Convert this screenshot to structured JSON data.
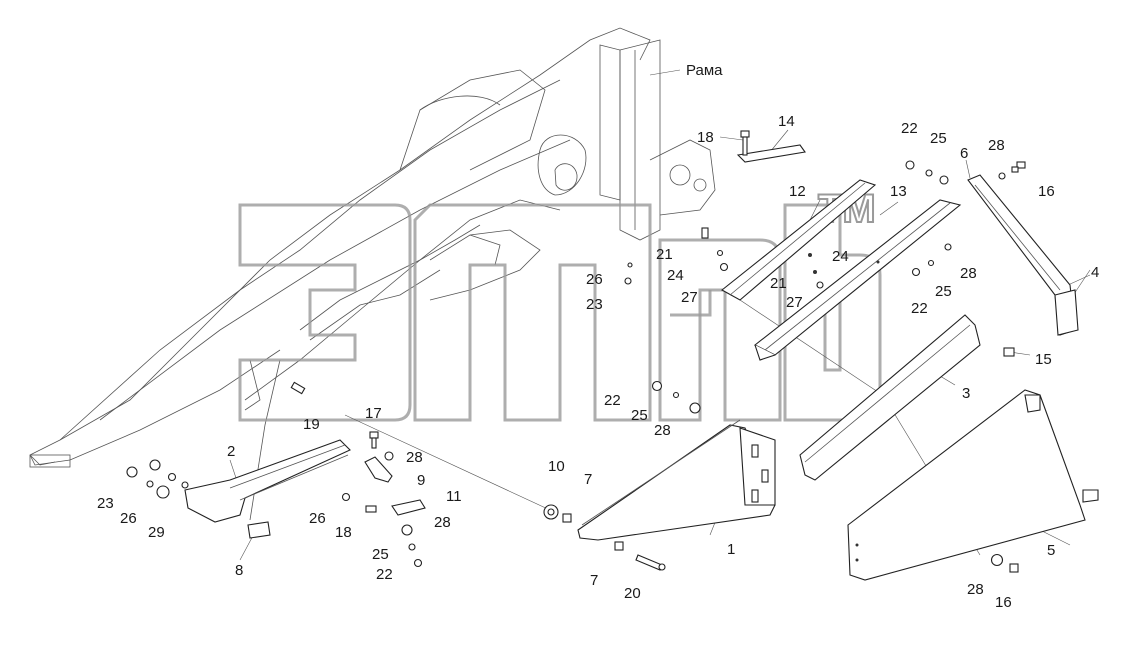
{
  "diagram": {
    "frame_label": "Рама",
    "watermark_mark": "TM",
    "callouts": [
      {
        "id": "c-rama-18",
        "text": "18"
      },
      {
        "id": "c-14",
        "text": "14"
      },
      {
        "id": "c-22a",
        "text": "22"
      },
      {
        "id": "c-25a",
        "text": "25"
      },
      {
        "id": "c-6",
        "text": "6"
      },
      {
        "id": "c-28a",
        "text": "28"
      },
      {
        "id": "c-16a",
        "text": "16"
      },
      {
        "id": "c-12",
        "text": "12"
      },
      {
        "id": "c-13",
        "text": "13"
      },
      {
        "id": "c-21a",
        "text": "21"
      },
      {
        "id": "c-24a",
        "text": "24"
      },
      {
        "id": "c-26a",
        "text": "26"
      },
      {
        "id": "c-23a",
        "text": "23"
      },
      {
        "id": "c-27a",
        "text": "27"
      },
      {
        "id": "c-21b",
        "text": "21"
      },
      {
        "id": "c-24b",
        "text": "24"
      },
      {
        "id": "c-27b",
        "text": "27"
      },
      {
        "id": "c-28b",
        "text": "28"
      },
      {
        "id": "c-25b",
        "text": "25"
      },
      {
        "id": "c-22b",
        "text": "22"
      },
      {
        "id": "c-4",
        "text": "4"
      },
      {
        "id": "c-15",
        "text": "15"
      },
      {
        "id": "c-3",
        "text": "3"
      },
      {
        "id": "c-22c",
        "text": "22"
      },
      {
        "id": "c-25c",
        "text": "25"
      },
      {
        "id": "c-28c",
        "text": "28"
      },
      {
        "id": "c-19",
        "text": "19"
      },
      {
        "id": "c-17",
        "text": "17"
      },
      {
        "id": "c-28d",
        "text": "28"
      },
      {
        "id": "c-9",
        "text": "9"
      },
      {
        "id": "c-2",
        "text": "2"
      },
      {
        "id": "c-11",
        "text": "11"
      },
      {
        "id": "c-28e",
        "text": "28"
      },
      {
        "id": "c-23b",
        "text": "23"
      },
      {
        "id": "c-26b",
        "text": "26"
      },
      {
        "id": "c-29",
        "text": "29"
      },
      {
        "id": "c-26c",
        "text": "26"
      },
      {
        "id": "c-18b",
        "text": "18"
      },
      {
        "id": "c-25d",
        "text": "25"
      },
      {
        "id": "c-22d",
        "text": "22"
      },
      {
        "id": "c-8",
        "text": "8"
      },
      {
        "id": "c-10",
        "text": "10"
      },
      {
        "id": "c-7a",
        "text": "7"
      },
      {
        "id": "c-1",
        "text": "1"
      },
      {
        "id": "c-7b",
        "text": "7"
      },
      {
        "id": "c-20",
        "text": "20"
      },
      {
        "id": "c-5",
        "text": "5"
      },
      {
        "id": "c-28f",
        "text": "28"
      },
      {
        "id": "c-16b",
        "text": "16"
      }
    ]
  }
}
